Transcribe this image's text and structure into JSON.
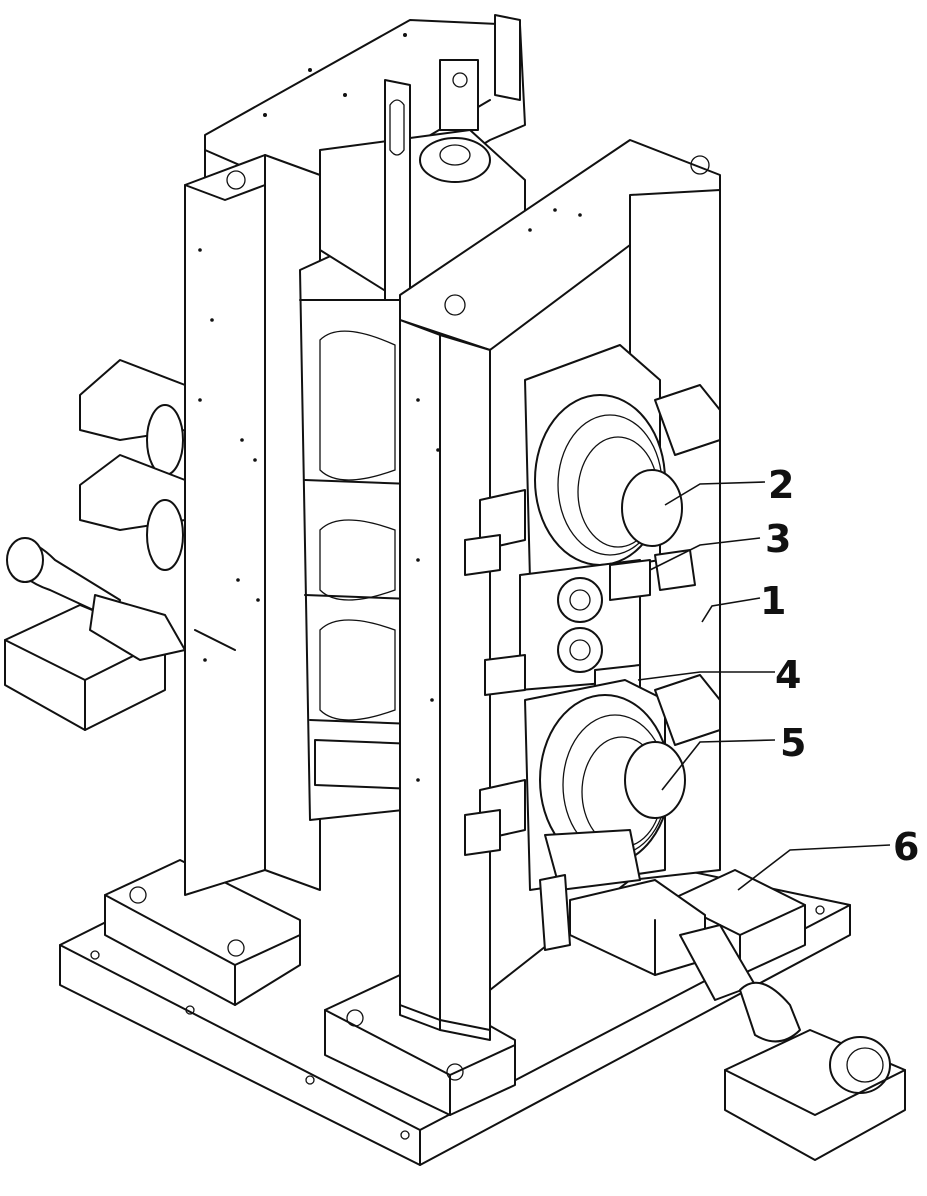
{
  "figure": {
    "callouts": [
      {
        "id": "callout-1",
        "label": "1"
      },
      {
        "id": "callout-2",
        "label": "2"
      },
      {
        "id": "callout-3",
        "label": "3"
      },
      {
        "id": "callout-4",
        "label": "4"
      },
      {
        "id": "callout-5",
        "label": "5"
      },
      {
        "id": "callout-6",
        "label": "6"
      }
    ]
  }
}
